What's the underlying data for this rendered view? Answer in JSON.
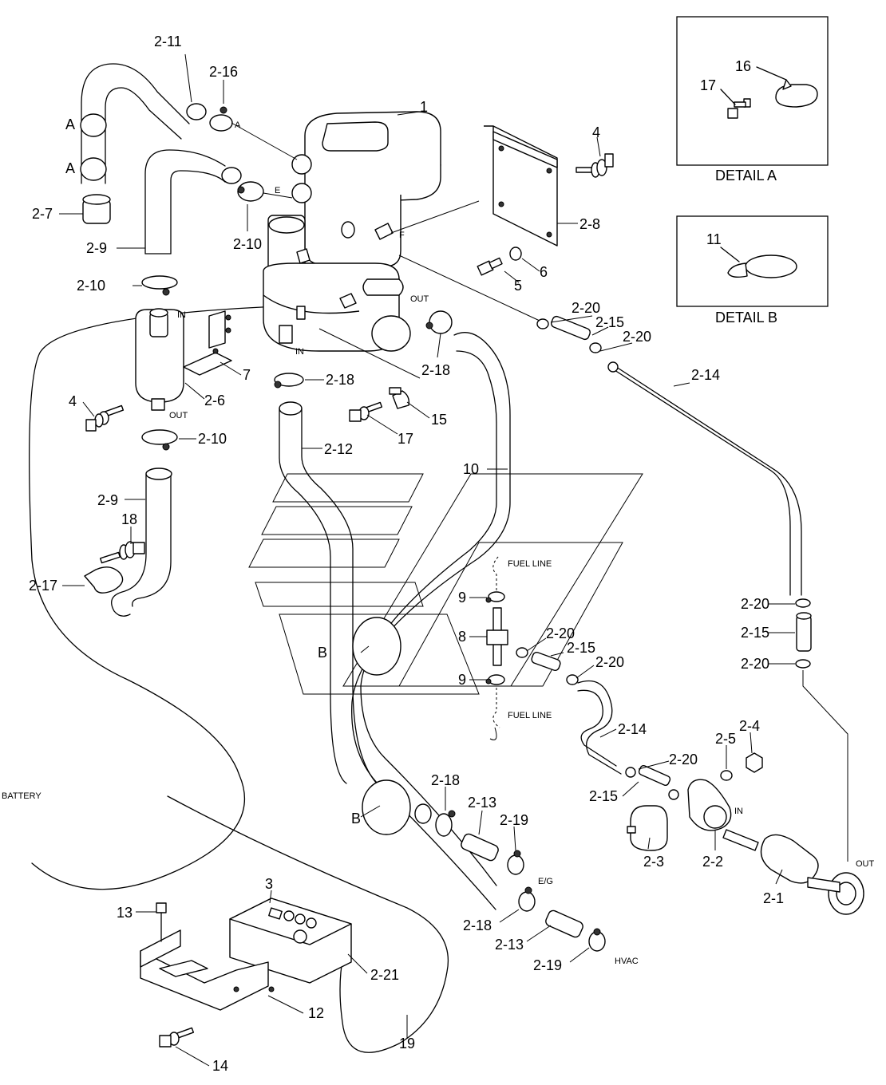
{
  "details": {
    "a": {
      "title": "DETAIL A",
      "labels": [
        "16",
        "17"
      ]
    },
    "b": {
      "title": "DETAIL B",
      "labels": [
        "11"
      ]
    }
  },
  "callouts": [
    "1",
    "2-11",
    "2-16",
    "A",
    "A",
    "2-7",
    "2-9",
    "2-10",
    "2-10",
    "2-10",
    "2-9",
    "2-17",
    "18",
    "4",
    "2-6",
    "7",
    "2-18",
    "2-18",
    "2-12",
    "17",
    "15",
    "10",
    "5",
    "6",
    "2-8",
    "4",
    "2-20",
    "2-15",
    "2-20",
    "2-14",
    "2-20",
    "2-15",
    "2-20",
    "9",
    "8",
    "2-20",
    "2-15",
    "2-20",
    "9",
    "2-14",
    "2-5",
    "2-4",
    "2-20",
    "2-15",
    "2-3",
    "2-2",
    "2-1",
    "B",
    "B",
    "2-18",
    "2-13",
    "2-19",
    "2-18",
    "2-13",
    "2-19",
    "3",
    "13",
    "2-21",
    "12",
    "14",
    "19"
  ],
  "small_labels": {
    "a_port": "A",
    "e_port": "E",
    "f_port": "F",
    "in_1": "IN",
    "in_2": "IN",
    "in_3": "IN",
    "out_1": "OUT",
    "out_2": "OUT",
    "out_3": "OUT",
    "fuel_line_top": "FUEL LINE",
    "fuel_line_bottom": "FUEL LINE",
    "battery": "BATTERY",
    "eg": "E/G",
    "hvac": "HVAC"
  }
}
